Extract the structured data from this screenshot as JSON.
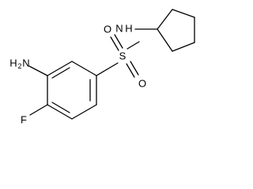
{
  "molecule": {
    "atoms": {
      "sulfur": "S",
      "oxygen_upper": "O",
      "oxygen_lower": "O",
      "nitrogen": "N",
      "nitrogen_h": "H",
      "amino": "H",
      "amino_subscript": "2",
      "amino_n": "N",
      "fluorine": "F"
    }
  },
  "colors": {
    "bond": "#000000",
    "label": "#000000",
    "background": "#ffffff"
  }
}
